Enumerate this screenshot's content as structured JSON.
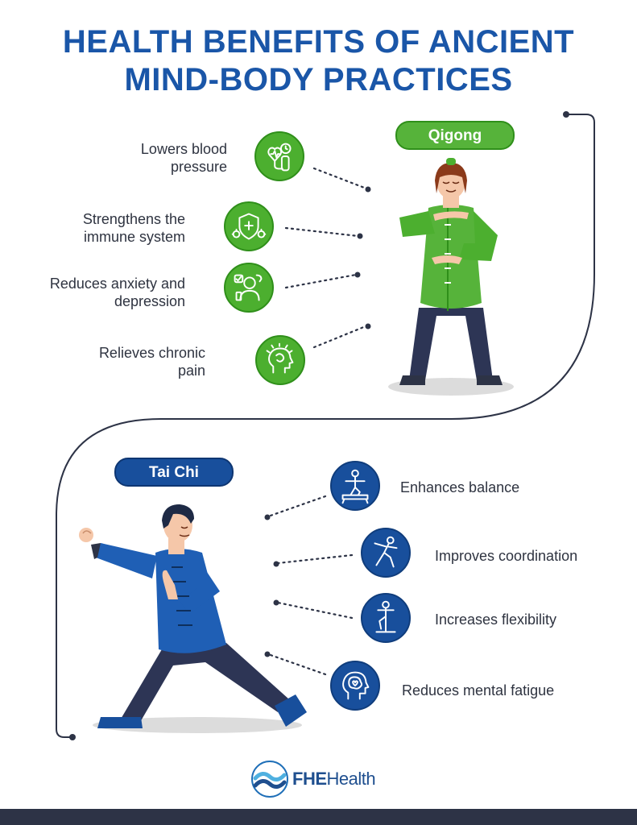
{
  "title": {
    "line1": "HEALTH BENEFITS OF ANCIENT",
    "line2": "MIND-BODY PRACTICES"
  },
  "qigong": {
    "label": "Qigong",
    "color": "#56b33a",
    "benefits": [
      {
        "label": "Lowers blood pressure",
        "icon": "heart-blood-pressure-icon"
      },
      {
        "label": "Strengthens the immune system",
        "icon": "shield-immune-icon"
      },
      {
        "label": "Reduces anxiety and depression",
        "icon": "person-mental-health-icon"
      },
      {
        "label": "Relieves chronic pain",
        "icon": "head-pain-relief-icon"
      }
    ]
  },
  "tai_chi": {
    "label": "Tai Chi",
    "color": "#184f9c",
    "benefits": [
      {
        "label": "Enhances balance",
        "icon": "balance-beam-icon"
      },
      {
        "label": "Improves coordination",
        "icon": "dancer-coordination-icon"
      },
      {
        "label": "Increases flexibility",
        "icon": "flexibility-pose-icon"
      },
      {
        "label": "Reduces mental fatigue",
        "icon": "brain-head-icon"
      }
    ]
  },
  "brand": {
    "name_bold": "FHE",
    "name_light": "Health",
    "logo_icon": "fhe-wave-logo-icon"
  },
  "colors": {
    "title_blue": "#1a56a8",
    "green": "#4caf2f",
    "blue": "#184f9c",
    "connector": "#2d3346"
  }
}
